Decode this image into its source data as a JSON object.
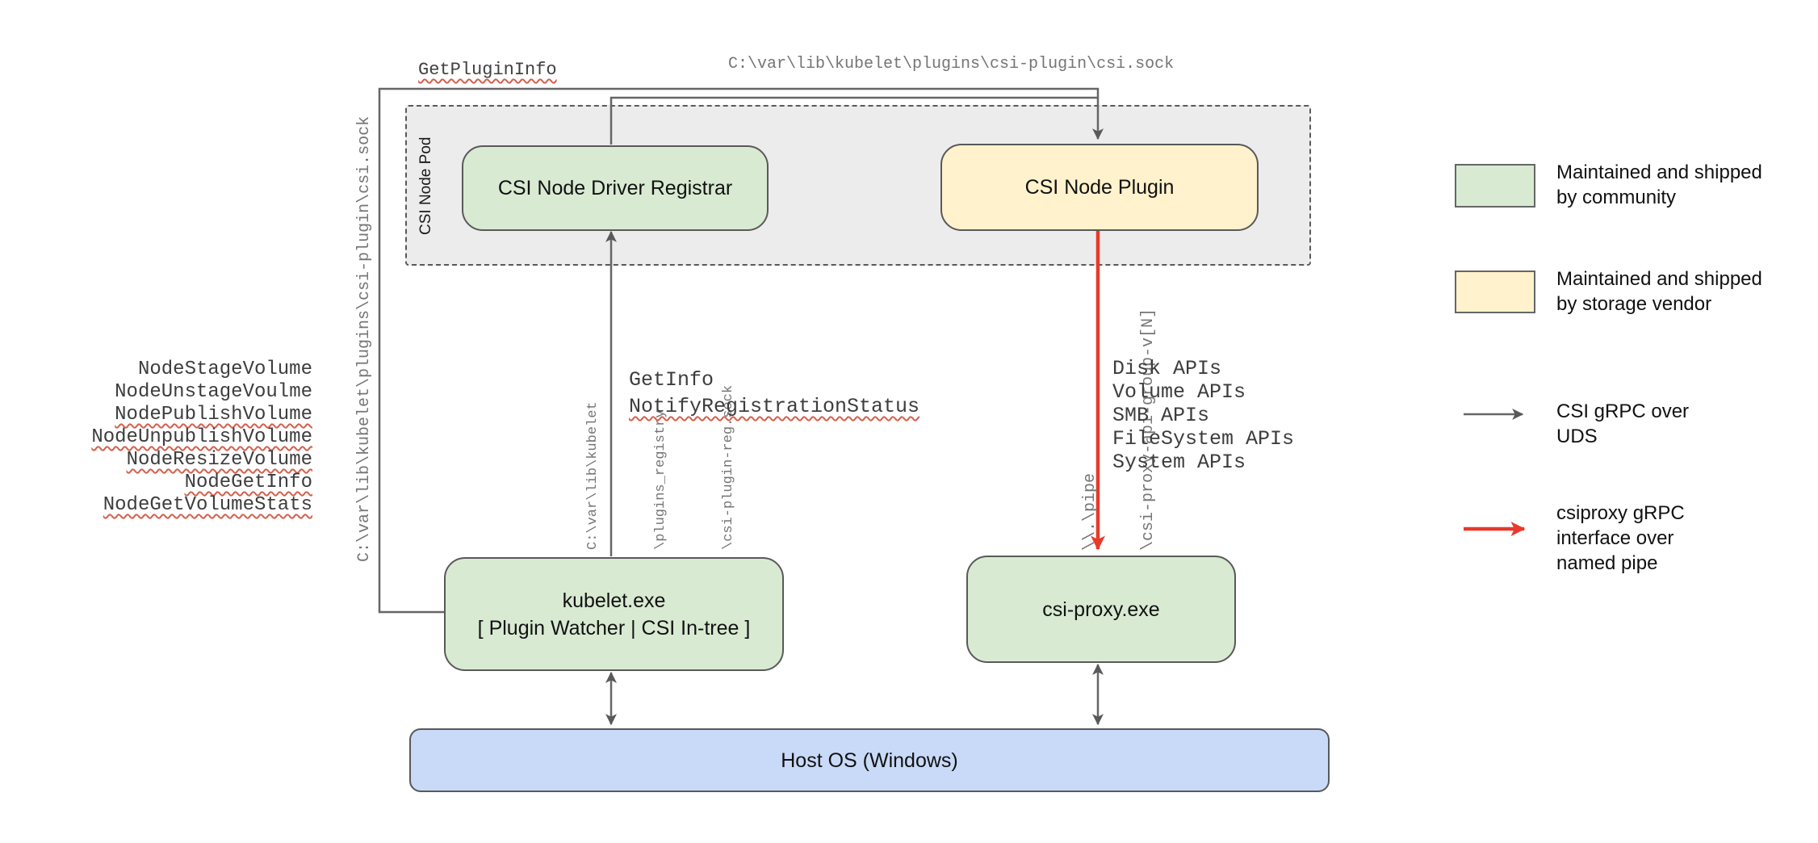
{
  "diagram": {
    "pod": {
      "label": "CSI Node Pod"
    },
    "boxes": {
      "registrar": "CSI Node Driver Registrar",
      "plugin": "CSI Node Plugin",
      "kubelet_line1": "kubelet.exe",
      "kubelet_line2": "[ Plugin Watcher | CSI In-tree ]",
      "csi_proxy": "csi-proxy.exe",
      "host_os": "Host OS (Windows)"
    },
    "edge_labels": {
      "get_plugin_info": "GetPluginInfo",
      "csi_sock_top": "C:\\var\\lib\\kubelet\\plugins\\csi-plugin\\csi.sock",
      "csi_sock_left": "C:\\var\\lib\\kubelet\\plugins\\csi-plugin\\csi.sock",
      "registration_sock": [
        "C:\\var\\lib\\kubelet",
        "\\plugins_registry",
        "\\csi-plugin-reg.sock"
      ],
      "get_info": "GetInfo",
      "notify_registration_status": "NotifyRegistrationStatus",
      "named_pipe": [
        "\\\\.\\pipe",
        "\\csi-proxy-api-group-v[N]"
      ]
    },
    "node_rpcs": [
      {
        "text": "NodeStageVolume",
        "squiggle": false
      },
      {
        "text": "NodeUnstageVoulme",
        "squiggle": false
      },
      {
        "text": "NodePublishVolume",
        "squiggle": true
      },
      {
        "text": "NodeUnpublishVolume",
        "squiggle": true
      },
      {
        "text": "NodeResizeVolume",
        "squiggle": true
      },
      {
        "text": "NodeGetInfo",
        "squiggle": true
      },
      {
        "text": "NodeGetVolumeStats",
        "squiggle": true
      }
    ],
    "proxy_apis": [
      "Disk APIs",
      "Volume APIs",
      "SMB APIs",
      "FileSystem APIs",
      "System APIs"
    ]
  },
  "legend": {
    "community": {
      "line1": "Maintained and shipped",
      "line2": "by community"
    },
    "vendor": {
      "line1": "Maintained and shipped",
      "line2": "by storage vendor"
    },
    "uds": {
      "line1": "CSI gRPC over",
      "line2": "UDS"
    },
    "named_pipe": {
      "line1": "csiproxy gRPC",
      "line2": "interface over",
      "line3": "named pipe"
    }
  },
  "colors": {
    "community_green": "#d9ead3",
    "vendor_yellow": "#fff2cc",
    "host_blue": "#c9daf8",
    "pod_gray": "#ececec",
    "border_gray": "#595959",
    "line_gray": "#666666",
    "pipe_red": "#e8392a",
    "squiggle_red": "#d5604c"
  }
}
